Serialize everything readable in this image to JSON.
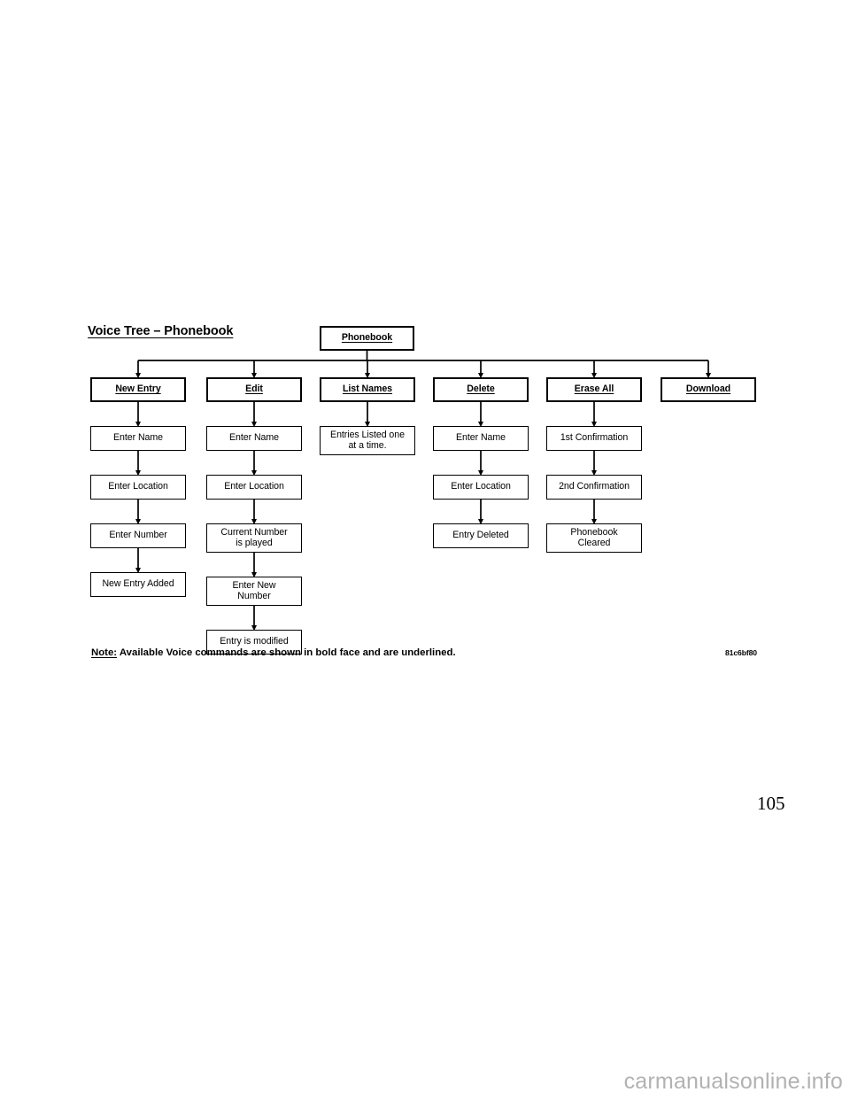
{
  "page": {
    "title": "Voice Tree – Phonebook",
    "page_number": "105",
    "figure_code": "81c6bf80",
    "watermark": "carmanualsonline.info"
  },
  "note": {
    "label": "Note:",
    "text": " Available Voice commands are shown in bold face and are underlined."
  },
  "diagram": {
    "root": {
      "label": "Phonebook",
      "type": "command"
    },
    "columns": [
      {
        "command": {
          "label": "New Entry",
          "type": "command"
        },
        "steps": [
          {
            "label": "Enter Name"
          },
          {
            "label": "Enter Location"
          },
          {
            "label": "Enter Number"
          },
          {
            "label": "New Entry Added"
          }
        ]
      },
      {
        "command": {
          "label": "Edit",
          "type": "command"
        },
        "steps": [
          {
            "label": "Enter Name"
          },
          {
            "label": "Enter Location"
          },
          {
            "label": "Current Number\nis played"
          },
          {
            "label": "Enter New\nNumber"
          },
          {
            "label": "Entry is modified"
          }
        ]
      },
      {
        "command": {
          "label": "List Names",
          "type": "command"
        },
        "steps": [
          {
            "label": "Entries Listed one\nat a time."
          }
        ]
      },
      {
        "command": {
          "label": "Delete",
          "type": "command"
        },
        "steps": [
          {
            "label": "Enter Name"
          },
          {
            "label": "Enter Location"
          },
          {
            "label": "Entry Deleted"
          }
        ]
      },
      {
        "command": {
          "label": "Erase All",
          "type": "command"
        },
        "steps": [
          {
            "label": "1st Confirmation"
          },
          {
            "label": "2nd Confirmation"
          },
          {
            "label": "Phonebook\nCleared"
          }
        ]
      },
      {
        "command": {
          "label": "Download",
          "type": "command"
        },
        "steps": []
      }
    ]
  },
  "colors": {
    "ink": "#000000",
    "watermark": "#b2b2b2"
  }
}
